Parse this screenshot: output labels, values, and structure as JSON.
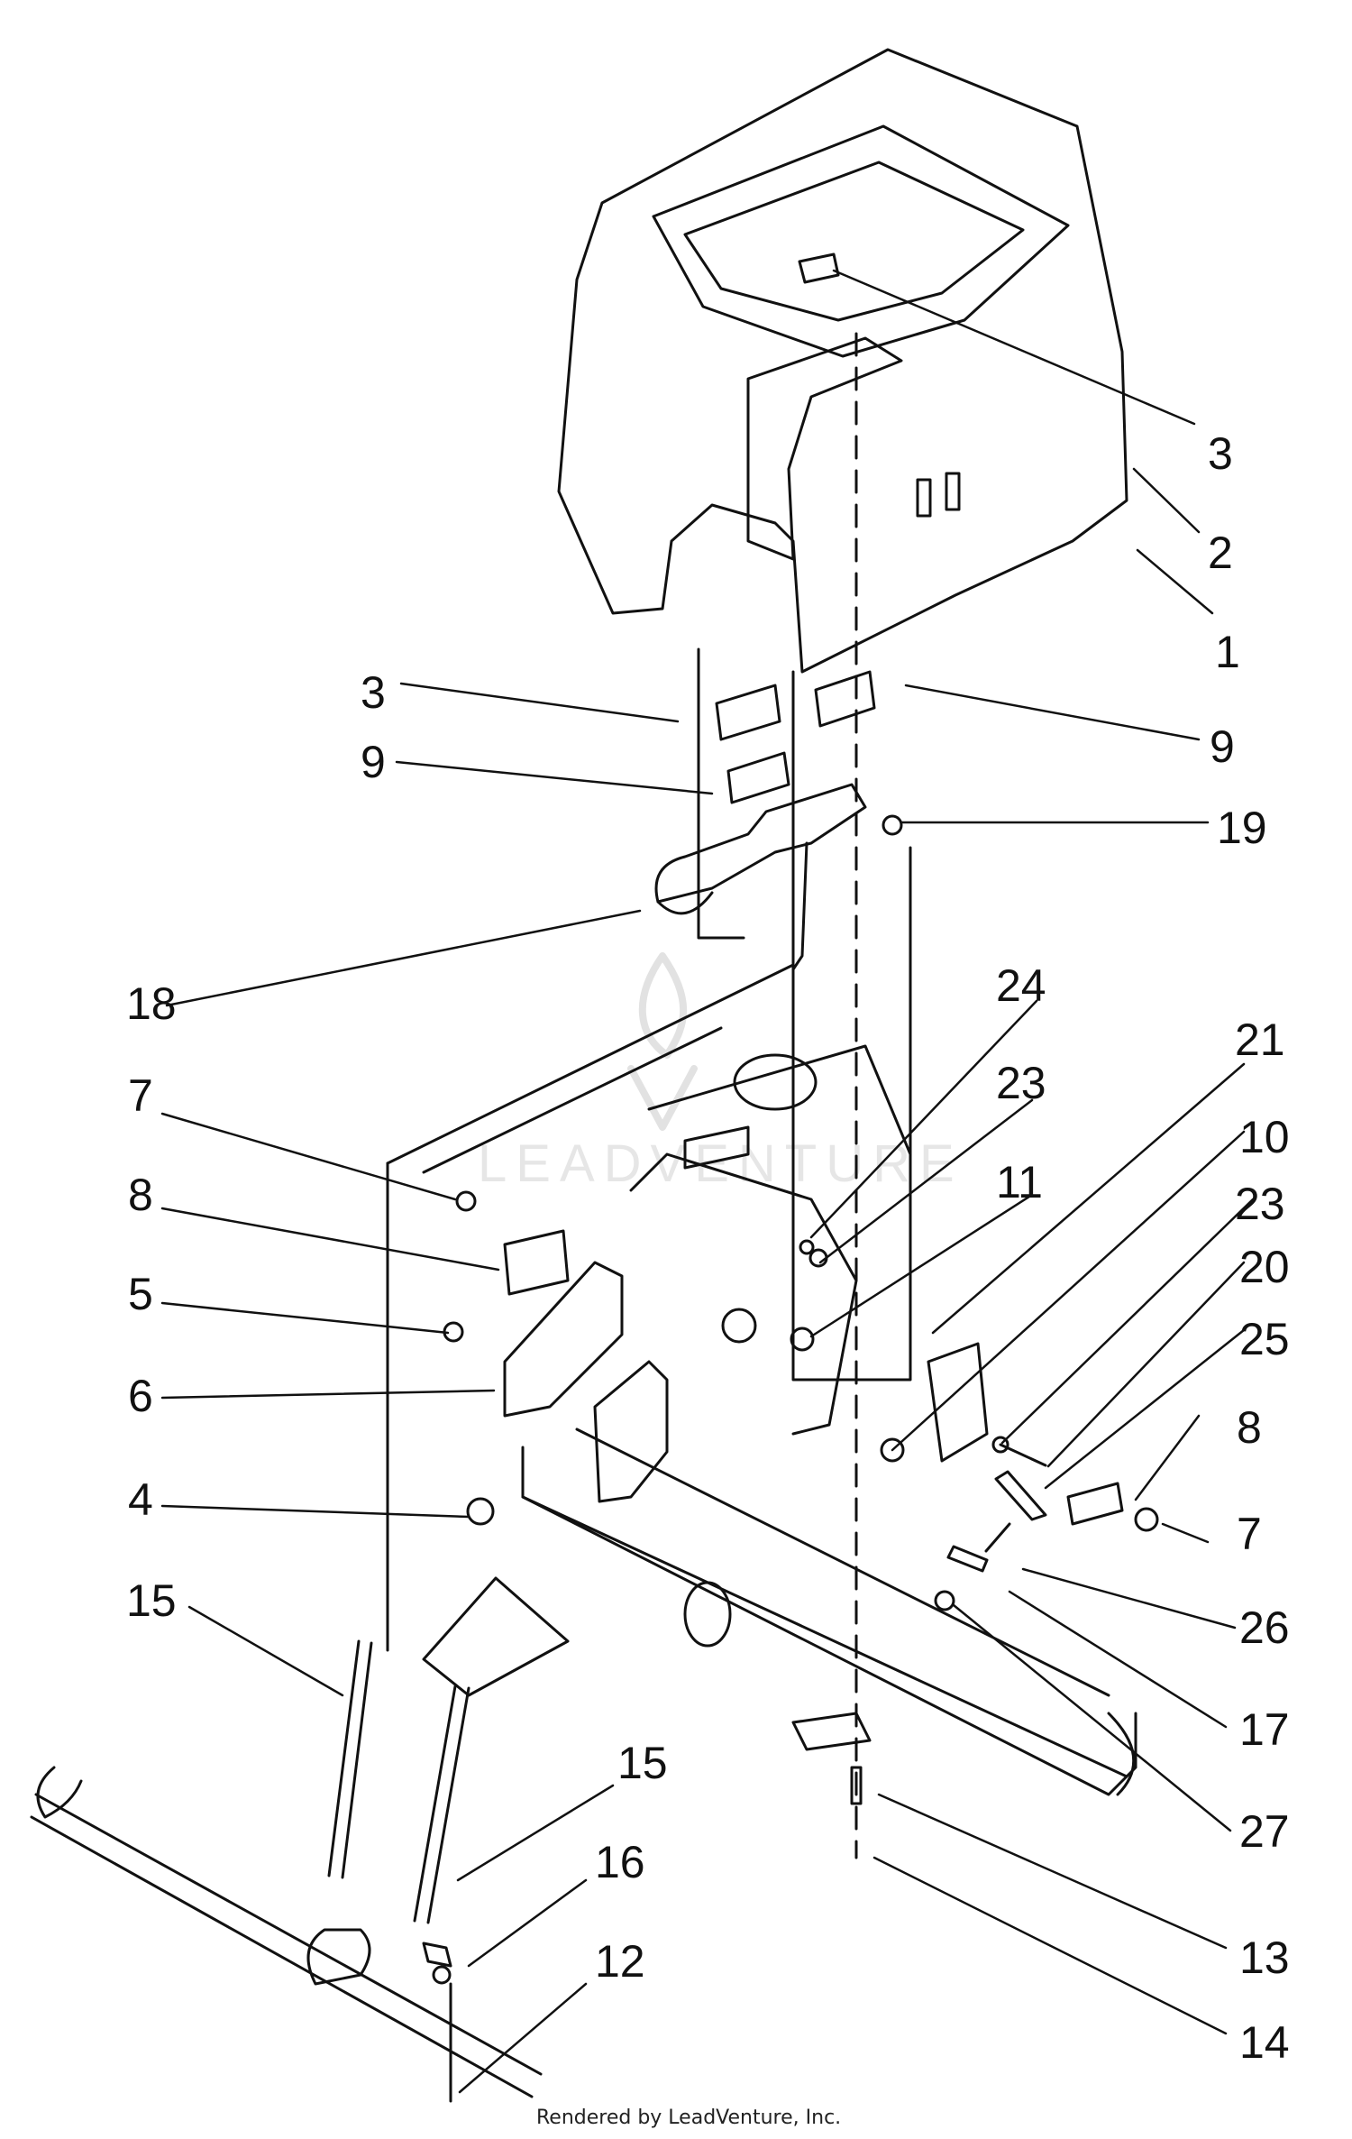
{
  "diagram": {
    "watermark": "LEADVENTURE",
    "footer": "Rendered by LeadVenture, Inc.",
    "callouts": [
      {
        "id": "c1",
        "text": "3"
      },
      {
        "id": "c2",
        "text": "2"
      },
      {
        "id": "c3",
        "text": "1"
      },
      {
        "id": "c4",
        "text": "3"
      },
      {
        "id": "c5",
        "text": "9"
      },
      {
        "id": "c6",
        "text": "9"
      },
      {
        "id": "c7",
        "text": "19"
      },
      {
        "id": "c8",
        "text": "18"
      },
      {
        "id": "c9",
        "text": "24"
      },
      {
        "id": "c10",
        "text": "23"
      },
      {
        "id": "c11",
        "text": "21"
      },
      {
        "id": "c12",
        "text": "10"
      },
      {
        "id": "c13",
        "text": "23"
      },
      {
        "id": "c14",
        "text": "11"
      },
      {
        "id": "c15",
        "text": "20"
      },
      {
        "id": "c16",
        "text": "25"
      },
      {
        "id": "c17",
        "text": "8"
      },
      {
        "id": "c18",
        "text": "7"
      },
      {
        "id": "c19",
        "text": "7"
      },
      {
        "id": "c20",
        "text": "8"
      },
      {
        "id": "c21",
        "text": "5"
      },
      {
        "id": "c22",
        "text": "6"
      },
      {
        "id": "c23",
        "text": "4"
      },
      {
        "id": "c24",
        "text": "26"
      },
      {
        "id": "c25",
        "text": "17"
      },
      {
        "id": "c26",
        "text": "27"
      },
      {
        "id": "c27",
        "text": "15"
      },
      {
        "id": "c28",
        "text": "15"
      },
      {
        "id": "c29",
        "text": "16"
      },
      {
        "id": "c30",
        "text": "12"
      },
      {
        "id": "c31",
        "text": "13"
      },
      {
        "id": "c32",
        "text": "14"
      }
    ]
  }
}
